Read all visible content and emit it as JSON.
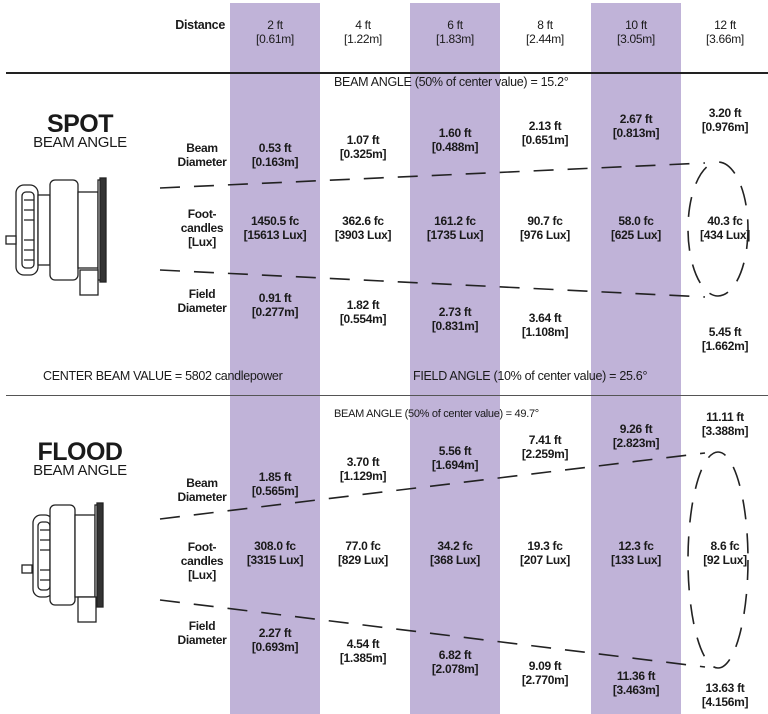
{
  "colors": {
    "band": "#c0b3d8",
    "text": "#1a1a1a"
  },
  "header": {
    "distance_label": "Distance",
    "distances": [
      {
        "ft": "2 ft",
        "m": "[0.61m]"
      },
      {
        "ft": "4 ft",
        "m": "[1.22m]"
      },
      {
        "ft": "6 ft",
        "m": "[1.83m]"
      },
      {
        "ft": "8 ft",
        "m": "[2.44m]"
      },
      {
        "ft": "10 ft",
        "m": "[3.05m]"
      },
      {
        "ft": "12 ft",
        "m": "[3.66m]"
      }
    ]
  },
  "row_labels": {
    "beam": [
      "Beam",
      "Diameter"
    ],
    "fc": [
      "Foot-",
      "candles",
      "[Lux]"
    ],
    "field": [
      "Field",
      "Diameter"
    ]
  },
  "spot": {
    "title": "SPOT",
    "subtitle": "BEAM ANGLE",
    "beam_angle_note": "BEAM ANGLE (50% of center value) = 15.2°",
    "center_beam_note": "CENTER BEAM VALUE = 5802 candlepower",
    "field_angle_note": "FIELD ANGLE (10% of center value) = 25.6°",
    "beam": [
      [
        "0.53 ft",
        "[0.163m]"
      ],
      [
        "1.07 ft",
        "[0.325m]"
      ],
      [
        "1.60 ft",
        "[0.488m]"
      ],
      [
        "2.13 ft",
        "[0.651m]"
      ],
      [
        "2.67 ft",
        "[0.813m]"
      ],
      [
        "3.20 ft",
        "[0.976m]"
      ]
    ],
    "fc": [
      [
        "1450.5 fc",
        "[15613 Lux]"
      ],
      [
        "362.6 fc",
        "[3903 Lux]"
      ],
      [
        "161.2 fc",
        "[1735 Lux]"
      ],
      [
        "90.7 fc",
        "[976 Lux]"
      ],
      [
        "58.0 fc",
        "[625 Lux]"
      ],
      [
        "40.3 fc",
        "[434 Lux]"
      ]
    ],
    "field": [
      [
        "0.91 ft",
        "[0.277m]"
      ],
      [
        "1.82 ft",
        "[0.554m]"
      ],
      [
        "2.73 ft",
        "[0.831m]"
      ],
      [
        "3.64 ft",
        "[1.108m]"
      ],
      null,
      [
        "5.45 ft",
        "[1.662m]"
      ]
    ]
  },
  "flood": {
    "title": "FLOOD",
    "subtitle": "BEAM ANGLE",
    "beam_angle_note": "BEAM ANGLE (50% of center value) = 49.7°",
    "beam": [
      [
        "1.85 ft",
        "[0.565m]"
      ],
      [
        "3.70 ft",
        "[1.129m]"
      ],
      [
        "5.56 ft",
        "[1.694m]"
      ],
      [
        "7.41 ft",
        "[2.259m]"
      ],
      [
        "9.26 ft",
        "[2.823m]"
      ],
      [
        "11.11 ft",
        "[3.388m]"
      ]
    ],
    "fc": [
      [
        "308.0 fc",
        "[3315 Lux]"
      ],
      [
        "77.0 fc",
        "[829 Lux]"
      ],
      [
        "34.2 fc",
        "[368 Lux]"
      ],
      [
        "19.3 fc",
        "[207 Lux]"
      ],
      [
        "12.3 fc",
        "[133 Lux]"
      ],
      [
        "8.6 fc",
        "[92 Lux]"
      ]
    ],
    "field": [
      [
        "2.27 ft",
        "[0.693m]"
      ],
      [
        "4.54 ft",
        "[1.385m]"
      ],
      [
        "6.82 ft",
        "[2.078m]"
      ],
      [
        "9.09 ft",
        "[2.770m]"
      ],
      [
        "11.36 ft",
        "[3.463m]"
      ],
      [
        "13.63 ft",
        "[4.156m]"
      ]
    ]
  }
}
